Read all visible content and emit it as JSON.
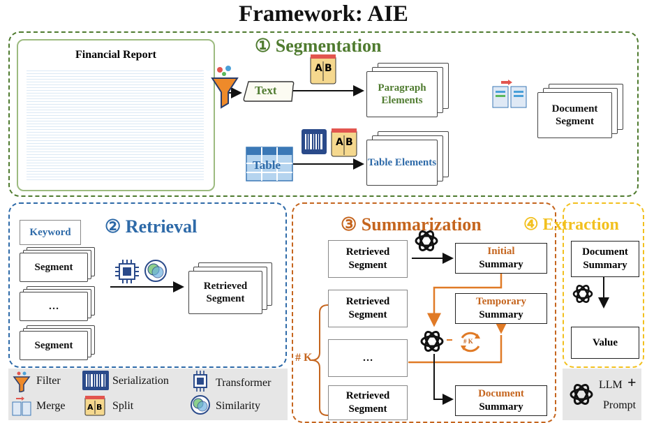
{
  "title": "Framework: AIE",
  "colors": {
    "green": "#4f7b2f",
    "blue": "#2e6aa8",
    "orange": "#c5651e",
    "yellow": "#f2c01e",
    "gray": "#e6e6e6"
  },
  "segmentation": {
    "heading": "① Segmentation",
    "report_title": "Financial Report",
    "text_label": "Text",
    "table_label": "Table",
    "paragraph_elements": "Paragraph Elements",
    "table_elements": "Table Elements",
    "document_segment": "Document Segment"
  },
  "retrieval": {
    "heading": "② Retrieval",
    "keyword": "Keyword",
    "segment_1": "Segment",
    "ellipsis": "…",
    "segment_2": "Segment",
    "retrieved_segment": "Retrieved Segment"
  },
  "summarization": {
    "heading": "③ Summarization",
    "retrieved_segment_1": "Retrieved Segment",
    "initial_line1": "Initial",
    "initial_line2": "Summary",
    "retrieved_segment_2": "Retrieved Segment",
    "temporary_line1": "Temporary",
    "temporary_line2": "Summary",
    "ellipsis": "…",
    "retrieved_segment_3": "Retrieved Segment",
    "document_line1": "Document",
    "document_line2": "Summary",
    "k_label": "# K",
    "loop_label": "# K"
  },
  "extraction": {
    "heading": "④ Extraction",
    "document_summary": "Document Summary",
    "value": "Value"
  },
  "legend": {
    "filter": "Filter",
    "serialization": "Serialization",
    "transformer": "Transformer",
    "merge": "Merge",
    "split": "Split",
    "similarity": "Similarity",
    "llm": "LLM",
    "plus": "+",
    "prompt": "Prompt"
  },
  "icons": [
    "funnel-icon",
    "scroll-icon",
    "table-icon",
    "barcode-icon",
    "split-icon",
    "merge-icon",
    "chip-icon",
    "similarity-icon",
    "openai-icon",
    "cycle-icon"
  ]
}
